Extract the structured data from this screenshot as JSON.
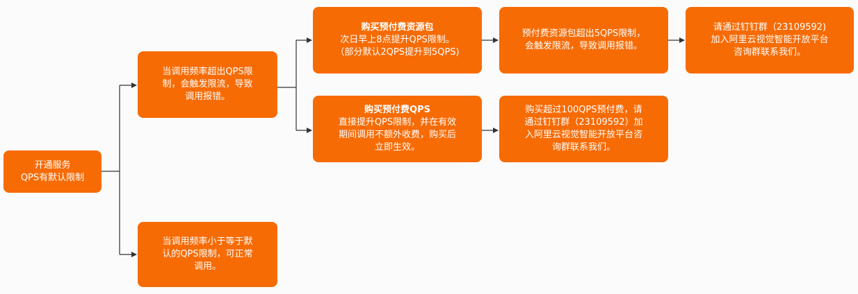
{
  "nodes": {
    "root": {
      "lines": [
        "开通服务",
        "QPS有默认限制"
      ]
    },
    "exceed": {
      "lines": [
        "当调用频率超出QPS限",
        "制，会触发限流，导致",
        "调用报错。"
      ]
    },
    "within": {
      "lines": [
        "当调用频率小于等于默",
        "认的QPS限制，可正常",
        "调用。"
      ]
    },
    "package": {
      "title": "购买预付费资源包",
      "lines": [
        "次日早上8点提升QPS限制。",
        "（部分默认2QPS提升到5QPS)"
      ]
    },
    "prepaid_qps": {
      "title": "购买预付费QPS",
      "lines": [
        "直接提升QPS限制，并在有效",
        "期间调用不额外收费，购买后",
        "立即生效。"
      ]
    },
    "package_exceed": {
      "lines": [
        "预付费资源包超出5QPS限制，",
        "会触发限流，导致调用报错。"
      ]
    },
    "contact_top": {
      "lines": [
        "请通过钉钉群（23109592)",
        "加入阿里云视觉智能开放平台",
        "咨询群联系我们。"
      ]
    },
    "contact_bottom": {
      "lines": [
        "购买超过100QPS预付费，请",
        "通过钉钉群（23109592）加",
        "入阿里云视觉智能开放平台咨",
        "询群联系我们。"
      ]
    }
  },
  "colors": {
    "node_fill": "#f76b05",
    "node_text": "#ffffff",
    "connector": "#333333",
    "background": "#fbfbfb"
  }
}
